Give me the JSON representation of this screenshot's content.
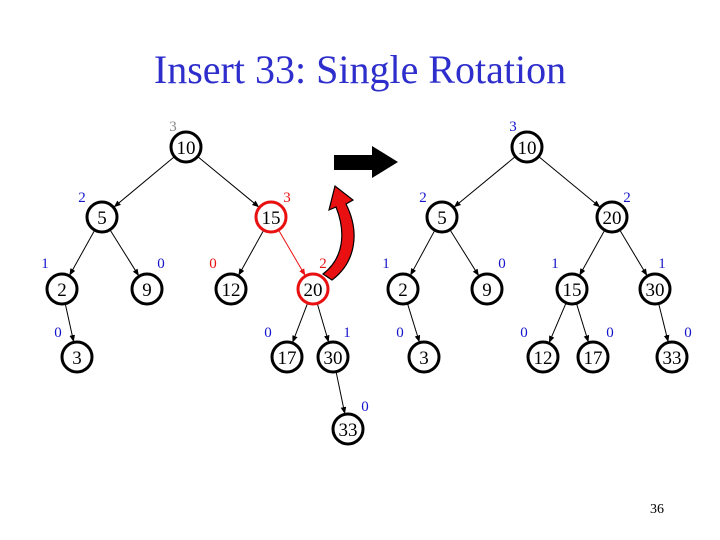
{
  "title": "Insert 33: Single Rotation",
  "page_number": "36",
  "colors": {
    "title": "#2e2ecc",
    "balance": "#1414cc",
    "balance_muted": "#8a8a8a",
    "highlight": "#e81010",
    "node_stroke": "#000000"
  },
  "trees": {
    "before": {
      "nodes": [
        {
          "id": "b10",
          "key": "10",
          "balance": "3",
          "state": "muted"
        },
        {
          "id": "b5",
          "key": "5",
          "balance": "2",
          "state": "normal"
        },
        {
          "id": "b15",
          "key": "15",
          "balance": "3",
          "state": "highlight"
        },
        {
          "id": "b2",
          "key": "2",
          "balance": "1",
          "state": "normal"
        },
        {
          "id": "b9",
          "key": "9",
          "balance": "0",
          "state": "normal"
        },
        {
          "id": "b12",
          "key": "12",
          "balance": "0",
          "state": "highlight-label"
        },
        {
          "id": "b20",
          "key": "20",
          "balance": "2",
          "state": "highlight"
        },
        {
          "id": "b3",
          "key": "3",
          "balance": "0",
          "state": "normal"
        },
        {
          "id": "b17",
          "key": "17",
          "balance": "0",
          "state": "normal"
        },
        {
          "id": "b30",
          "key": "30",
          "balance": "1",
          "state": "normal"
        },
        {
          "id": "b33",
          "key": "33",
          "balance": "0",
          "state": "normal"
        }
      ],
      "edges": [
        {
          "from": "b10",
          "to": "b5"
        },
        {
          "from": "b10",
          "to": "b15"
        },
        {
          "from": "b5",
          "to": "b2"
        },
        {
          "from": "b5",
          "to": "b9"
        },
        {
          "from": "b15",
          "to": "b12"
        },
        {
          "from": "b15",
          "to": "b20",
          "highlight": true
        },
        {
          "from": "b2",
          "to": "b3"
        },
        {
          "from": "b20",
          "to": "b17"
        },
        {
          "from": "b20",
          "to": "b30"
        },
        {
          "from": "b30",
          "to": "b33"
        }
      ]
    },
    "after": {
      "nodes": [
        {
          "id": "a10",
          "key": "10",
          "balance": "3",
          "state": "normal"
        },
        {
          "id": "a5",
          "key": "5",
          "balance": "2",
          "state": "normal"
        },
        {
          "id": "a20",
          "key": "20",
          "balance": "2",
          "state": "normal"
        },
        {
          "id": "a2",
          "key": "2",
          "balance": "1",
          "state": "normal"
        },
        {
          "id": "a9",
          "key": "9",
          "balance": "0",
          "state": "normal"
        },
        {
          "id": "a15",
          "key": "15",
          "balance": "1",
          "state": "normal"
        },
        {
          "id": "a30",
          "key": "30",
          "balance": "1",
          "state": "normal"
        },
        {
          "id": "a3",
          "key": "3",
          "balance": "0",
          "state": "normal"
        },
        {
          "id": "a12",
          "key": "12",
          "balance": "0",
          "state": "normal"
        },
        {
          "id": "a17",
          "key": "17",
          "balance": "0",
          "state": "normal"
        },
        {
          "id": "a33",
          "key": "33",
          "balance": "0",
          "state": "normal"
        }
      ],
      "edges": [
        {
          "from": "a10",
          "to": "a5"
        },
        {
          "from": "a10",
          "to": "a20"
        },
        {
          "from": "a5",
          "to": "a2"
        },
        {
          "from": "a5",
          "to": "a9"
        },
        {
          "from": "a20",
          "to": "a15"
        },
        {
          "from": "a20",
          "to": "a30"
        },
        {
          "from": "a2",
          "to": "a3"
        },
        {
          "from": "a15",
          "to": "a12"
        },
        {
          "from": "a15",
          "to": "a17"
        },
        {
          "from": "a30",
          "to": "a33"
        }
      ]
    }
  },
  "icons": {
    "transform_arrow": "right-arrow-icon",
    "rotation_arrow": "curved-rotation-arrow-icon"
  }
}
